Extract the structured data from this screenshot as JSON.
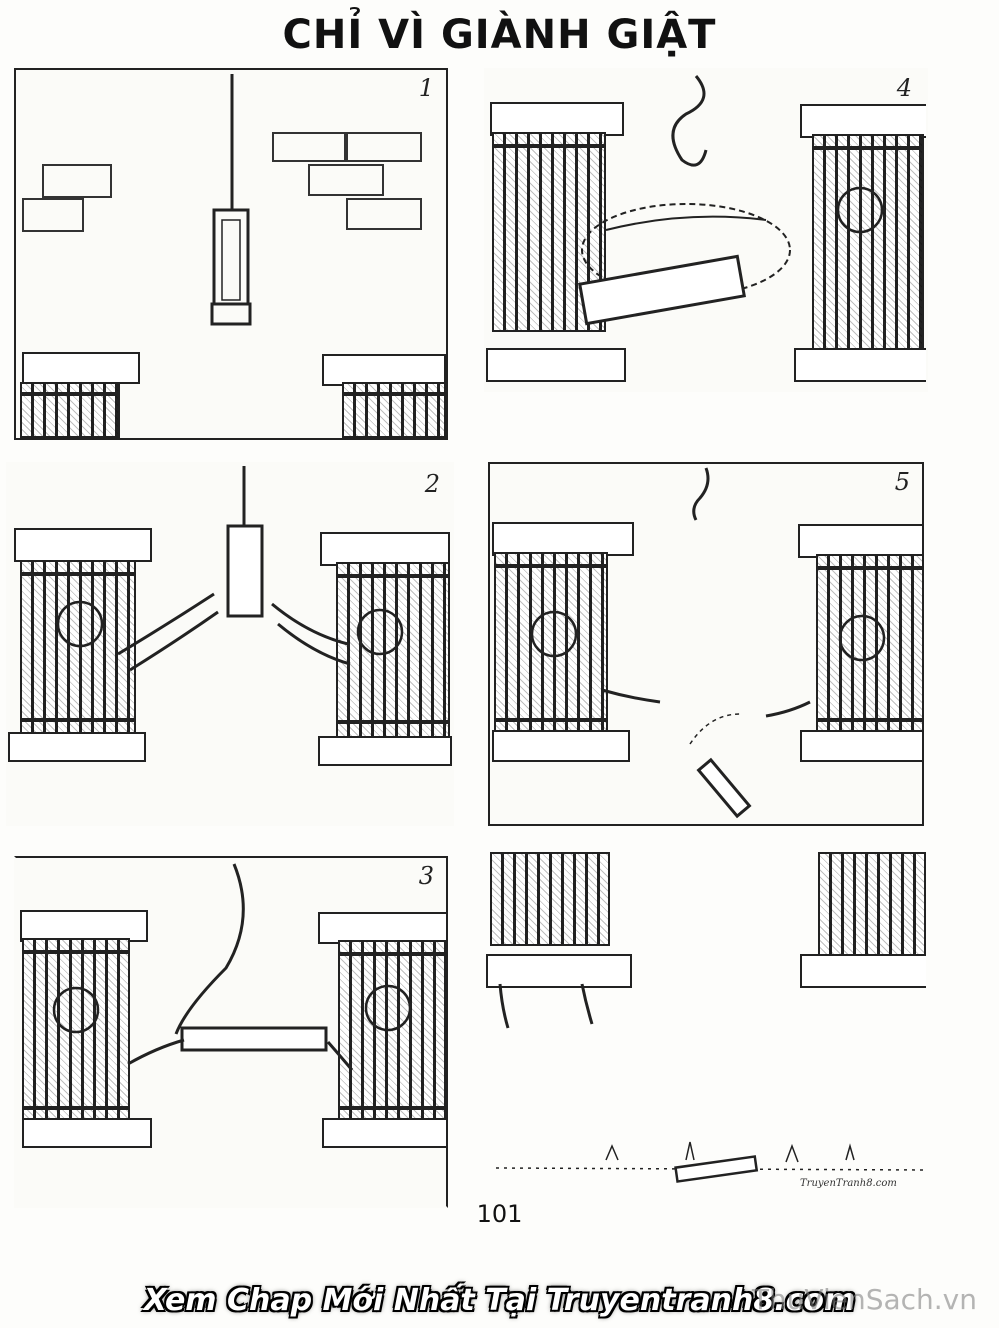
{
  "title": "CHỈ VÌ GIÀNH GIẬT",
  "panels": [
    {
      "number": "1"
    },
    {
      "number": "2"
    },
    {
      "number": "3"
    },
    {
      "number": "4"
    },
    {
      "number": "5"
    }
  ],
  "page_number": "101",
  "credit": "TruyenTranh8.com",
  "banner": "Xem Chap Mới Nhất Tại Truyentranh8.com",
  "watermark": "ThuVienSach.vn"
}
